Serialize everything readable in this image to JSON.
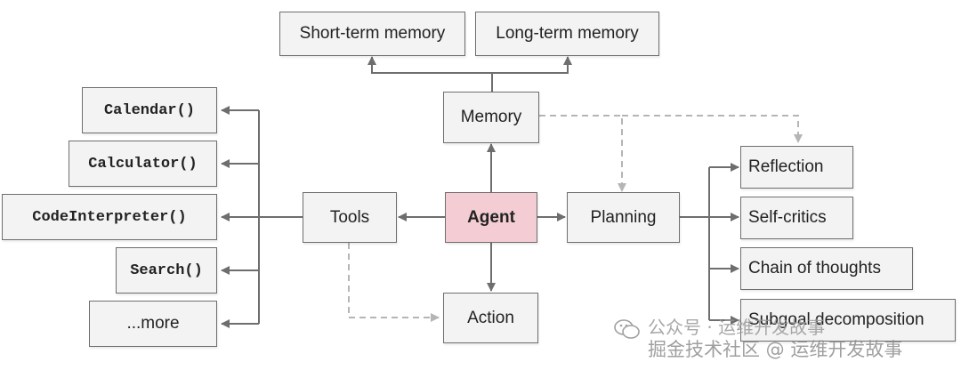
{
  "nodes": {
    "short_term_memory": "Short-term memory",
    "long_term_memory": "Long-term memory",
    "memory": "Memory",
    "calendar": "Calendar()",
    "calculator": "Calculator()",
    "code_interpreter": "CodeInterpreter()",
    "search": "Search()",
    "more": "...more",
    "tools": "Tools",
    "agent": "Agent",
    "planning": "Planning",
    "action": "Action",
    "reflection": "Reflection",
    "self_critics": "Self-critics",
    "chain_of_thoughts": "Chain of thoughts",
    "subgoal_decomposition": "Subgoal decomposition"
  },
  "watermark": {
    "line1": "公众号 · 运维开发故事",
    "line2": "掘金技术社区 @ 运维开发故事"
  },
  "colors": {
    "box_fill": "#f3f3f3",
    "agent_fill": "#f4ccd3",
    "border": "#6e6e6e",
    "arrow_solid": "#6e6e6e",
    "arrow_dashed": "#b5b5b5"
  }
}
